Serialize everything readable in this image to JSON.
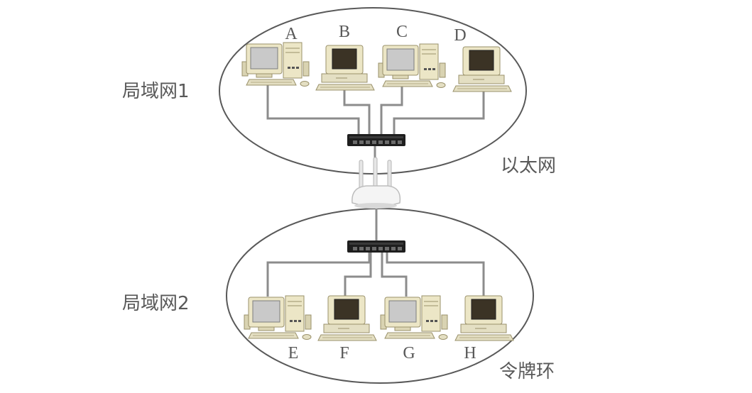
{
  "lan1": {
    "label": "局域网1",
    "computers": [
      {
        "id": "A",
        "kind": "tower-icon"
      },
      {
        "id": "B",
        "kind": "terminal-icon"
      },
      {
        "id": "C",
        "kind": "tower-icon"
      },
      {
        "id": "D",
        "kind": "terminal-icon"
      }
    ]
  },
  "lan2": {
    "label": "局域网2",
    "computers": [
      {
        "id": "E",
        "kind": "tower-icon"
      },
      {
        "id": "F",
        "kind": "terminal-icon"
      },
      {
        "id": "G",
        "kind": "tower-icon"
      },
      {
        "id": "H",
        "kind": "terminal-icon"
      }
    ]
  },
  "ethernet_label": "以太网",
  "token_ring_label": "令牌环",
  "colors": {
    "beige": "#ece6c6",
    "beige_dark": "#bdb38a",
    "screen_gray": "#c9c9c9",
    "screen_dark": "#3b3325",
    "switch": "#1e1e1e",
    "wire": "#8c8c8c",
    "outline": "#595959"
  }
}
